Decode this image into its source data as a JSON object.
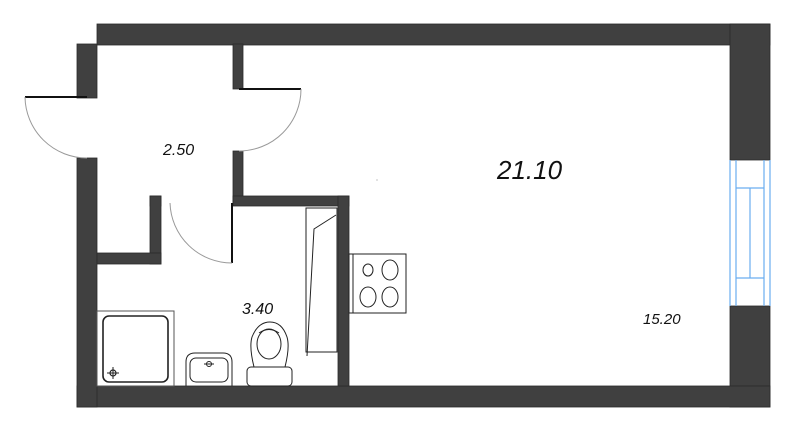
{
  "plan": {
    "type": "apartment floor plan",
    "colors": {
      "wall": "#404040",
      "wall_edge": "#2a2a2a",
      "window": "#6aaef0",
      "door_arc": "#999999",
      "fixture_stroke": "#222222",
      "background": "#ffffff"
    },
    "total_area": "21.10",
    "rooms": [
      {
        "name": "hallway",
        "area": "2.50"
      },
      {
        "name": "bathroom",
        "area": "3.40"
      },
      {
        "name": "living-room-kitchen",
        "area": "15.20"
      }
    ],
    "fixtures": [
      "entrance-door",
      "interior-door",
      "bathroom-door",
      "window",
      "stove",
      "kitchen-counter",
      "shower-tray",
      "sink",
      "toilet"
    ]
  }
}
